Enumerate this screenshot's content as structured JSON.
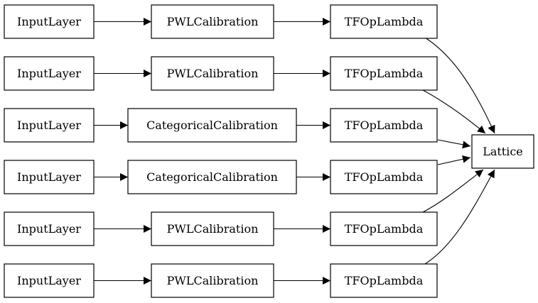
{
  "diagram": {
    "type": "directed-graph",
    "direction": "left-to-right",
    "colors": {
      "stroke": "#000000",
      "fill": "#ffffff",
      "background": "#ffffff"
    },
    "nodes": [
      {
        "id": "in0",
        "label": "InputLayer"
      },
      {
        "id": "in1",
        "label": "InputLayer"
      },
      {
        "id": "in2",
        "label": "InputLayer"
      },
      {
        "id": "in3",
        "label": "InputLayer"
      },
      {
        "id": "in4",
        "label": "InputLayer"
      },
      {
        "id": "in5",
        "label": "InputLayer"
      },
      {
        "id": "cal0",
        "label": "PWLCalibration"
      },
      {
        "id": "cal1",
        "label": "PWLCalibration"
      },
      {
        "id": "cal2",
        "label": "CategoricalCalibration"
      },
      {
        "id": "cal3",
        "label": "CategoricalCalibration"
      },
      {
        "id": "cal4",
        "label": "PWLCalibration"
      },
      {
        "id": "cal5",
        "label": "PWLCalibration"
      },
      {
        "id": "tf0",
        "label": "TFOpLambda"
      },
      {
        "id": "tf1",
        "label": "TFOpLambda"
      },
      {
        "id": "tf2",
        "label": "TFOpLambda"
      },
      {
        "id": "tf3",
        "label": "TFOpLambda"
      },
      {
        "id": "tf4",
        "label": "TFOpLambda"
      },
      {
        "id": "tf5",
        "label": "TFOpLambda"
      },
      {
        "id": "lattice",
        "label": "Lattice"
      }
    ],
    "edges": [
      [
        "in0",
        "cal0"
      ],
      [
        "in1",
        "cal1"
      ],
      [
        "in2",
        "cal2"
      ],
      [
        "in3",
        "cal3"
      ],
      [
        "in4",
        "cal4"
      ],
      [
        "in5",
        "cal5"
      ],
      [
        "cal0",
        "tf0"
      ],
      [
        "cal1",
        "tf1"
      ],
      [
        "cal2",
        "tf2"
      ],
      [
        "cal3",
        "tf3"
      ],
      [
        "cal4",
        "tf4"
      ],
      [
        "cal5",
        "tf5"
      ],
      [
        "tf0",
        "lattice"
      ],
      [
        "tf1",
        "lattice"
      ],
      [
        "tf2",
        "lattice"
      ],
      [
        "tf3",
        "lattice"
      ],
      [
        "tf4",
        "lattice"
      ],
      [
        "tf5",
        "lattice"
      ]
    ]
  }
}
